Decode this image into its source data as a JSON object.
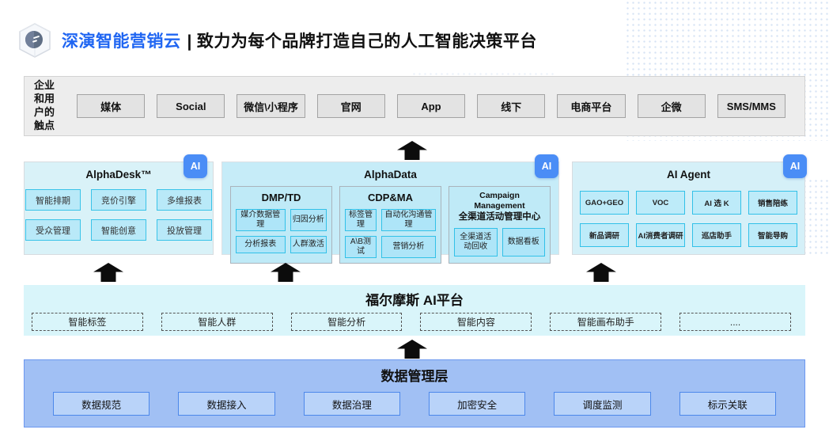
{
  "header": {
    "brand": "深演智能营销云",
    "separator": "|",
    "tagline": "致力为每个品牌打造自己的人工智能决策平台"
  },
  "touchpoints": {
    "label": "企业\n和用\n户的\n触点",
    "items": [
      "媒体",
      "Social",
      "微信\\小程序",
      "官网",
      "App",
      "线下",
      "电商平台",
      "企微",
      "SMS/MMS"
    ]
  },
  "panels": {
    "alphadesk": {
      "title": "AlphaDesk™",
      "badge": "AI",
      "items": [
        "智能排期",
        "竞价引擎",
        "多维报表",
        "受众管理",
        "智能创意",
        "投放管理"
      ]
    },
    "alphadata": {
      "title": "AlphaData",
      "badge": "AI",
      "groups": [
        {
          "title": "DMP/TD",
          "items": [
            "媒介数据管理",
            "归因分析",
            "分析报表",
            "人群激活"
          ]
        },
        {
          "title": "CDP&MA",
          "items": [
            "标签管理",
            "自动化沟通管理",
            "A\\B测试",
            "营销分析"
          ]
        },
        {
          "title_en": "Campaign Management",
          "title_cn": "全渠道活动管理中心",
          "items": [
            "全渠道活动回收",
            "数据看板"
          ]
        }
      ]
    },
    "ai_agent": {
      "title": "AI Agent",
      "badge": "AI",
      "items": [
        "GAO+GEO",
        "VOC",
        "AI 选 K",
        "销售陪练",
        "新品调研",
        "AI消费者调研",
        "巡店助手",
        "智能导购"
      ]
    }
  },
  "ai_platform": {
    "title": "福尔摩斯 AI平台",
    "items": [
      "智能标签",
      "智能人群",
      "智能分析",
      "智能内容",
      "智能画布助手",
      "...."
    ]
  },
  "data_layer": {
    "title": "数据管理层",
    "items": [
      "数据规范",
      "数据接入",
      "数据治理",
      "加密安全",
      "调度监测",
      "标示关联"
    ]
  },
  "colors": {
    "brand_blue": "#2066f2",
    "badge_blue": "#4a8df6",
    "panel_cyan_light": "#d9f2f8",
    "panel_cyan": "#c6ecf8",
    "box_cyan": "#aee5f8",
    "box_cyan_border": "#32c1e8",
    "platform_cyan": "#d9f5fa",
    "data_layer_blue": "#a1c0f4",
    "data_box_blue": "#b9d3f9",
    "data_box_border": "#4d88ea",
    "touchpoint_gray": "#ededed",
    "arrow_black": "#0c0c0c"
  }
}
